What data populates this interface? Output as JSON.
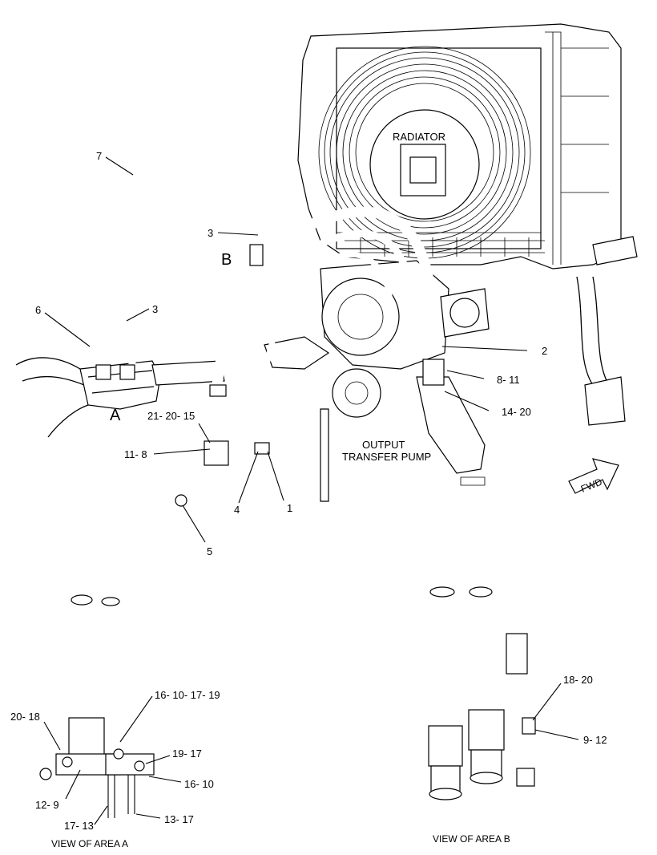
{
  "diagram": {
    "components": {
      "radiator": "RADIATOR",
      "pump_line1": "OUTPUT",
      "pump_line2": "TRANSFER PUMP",
      "fwd": "FWD"
    },
    "area_markers": {
      "a": "A",
      "b": "B"
    },
    "callouts": {
      "c7": "7",
      "c3_top": "3",
      "c3_mid": "3",
      "c6": "6",
      "c2": "2",
      "c8_11": "8- 11",
      "c14_20": "14- 20",
      "c21_20_15": "21- 20- 15",
      "c11_8": "11- 8",
      "c4": "4",
      "c1": "1",
      "c5": "5"
    },
    "view_a": {
      "caption": "VIEW OF AREA  A",
      "callouts": {
        "c16_10_17_19": "16- 10- 17- 19",
        "c20_18": "20- 18",
        "c19_17": "19- 17",
        "c16_10": "16- 10",
        "c12_9": "12- 9",
        "c17_13": "17- 13",
        "c13_17": "13- 17"
      }
    },
    "view_b": {
      "caption": "VIEW OF AREA  B",
      "callouts": {
        "c18_20": "18- 20",
        "c9_12": "9- 12"
      }
    }
  }
}
